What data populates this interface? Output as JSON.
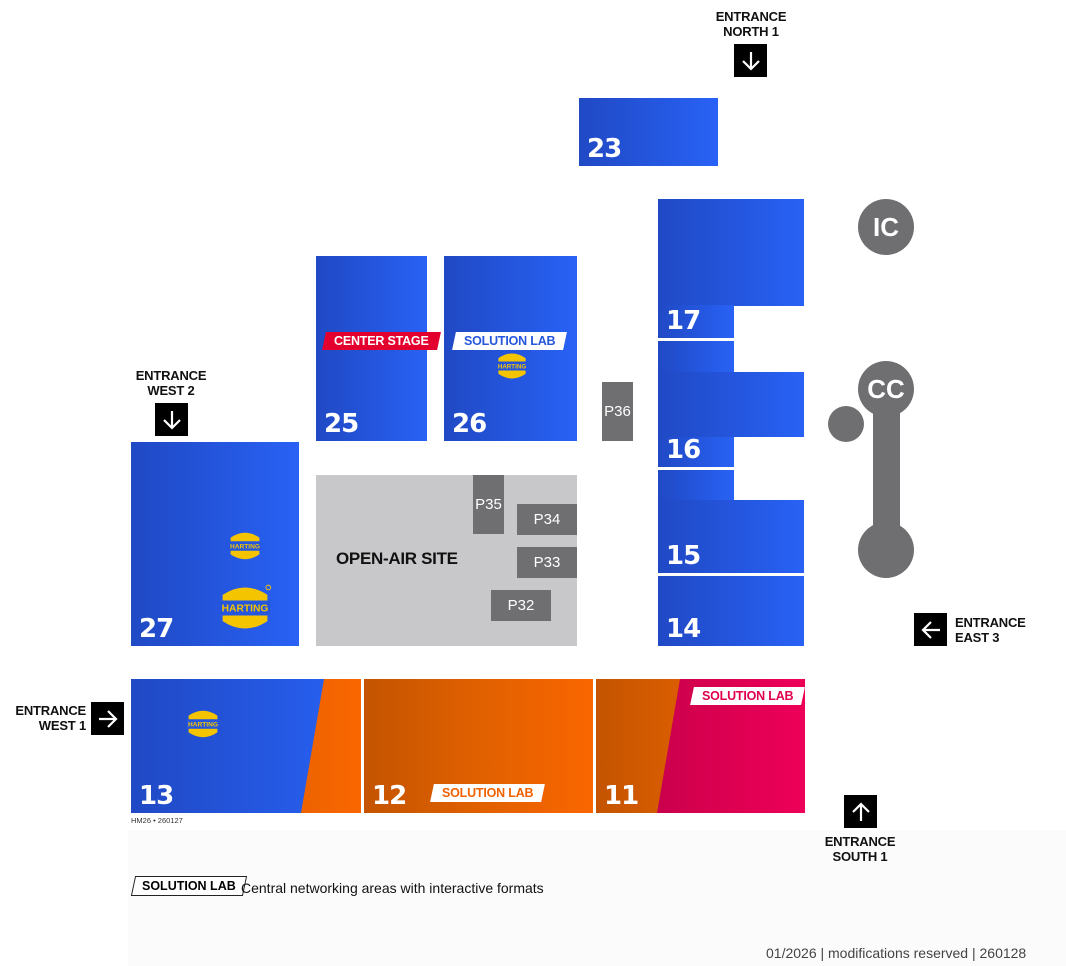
{
  "halls": [
    {
      "id": "23",
      "label": "23"
    },
    {
      "id": "25",
      "label": "25"
    },
    {
      "id": "26",
      "label": "26"
    },
    {
      "id": "27",
      "label": "27"
    },
    {
      "id": "17",
      "label": "17"
    },
    {
      "id": "16",
      "label": "16"
    },
    {
      "id": "15",
      "label": "15"
    },
    {
      "id": "14",
      "label": "14"
    },
    {
      "id": "13",
      "label": "13"
    },
    {
      "id": "12",
      "label": "12"
    },
    {
      "id": "11",
      "label": "11"
    }
  ],
  "badges": {
    "center_stage": "CENTER STAGE",
    "solution_lab_26": "SOLUTION LAB",
    "solution_lab_12": "SOLUTION LAB",
    "solution_lab_11": "SOLUTION LAB"
  },
  "brand": {
    "logo_text": "HARTING",
    "colors": {
      "hall_blue": "#2455dc",
      "orange": "#f06200",
      "magenta": "#e0004f",
      "grey": "#6f6f71",
      "open_air": "#c8c8ca",
      "logo_yellow": "#f5c400",
      "center_stage_red": "#e3002f"
    }
  },
  "open_air": {
    "label": "OPEN-AIR SITE",
    "pavilions": [
      "P35",
      "P34",
      "P33",
      "P32"
    ]
  },
  "pavilion_p36": "P36",
  "venues": {
    "ic": "IC",
    "cc": "CC"
  },
  "entrances": {
    "north1": {
      "line1": "ENTRANCE",
      "line2": "NORTH 1",
      "arrow": "arrow-down"
    },
    "west2": {
      "line1": "ENTRANCE",
      "line2": "WEST 2",
      "arrow": "arrow-down"
    },
    "west1": {
      "line1": "ENTRANCE",
      "line2": "WEST 1",
      "arrow": "arrow-right"
    },
    "east3": {
      "line1": "ENTRANCE",
      "line2": "EAST 3",
      "arrow": "arrow-left"
    },
    "south1": {
      "line1": "ENTRANCE",
      "line2": "SOUTH 1",
      "arrow": "arrow-up"
    }
  },
  "map_code": "HM26 • 260127",
  "legend": {
    "badge": "SOLUTION LAB",
    "description": "Central networking areas with interactive formats"
  },
  "footer": "01/2026 | modifications reserved | 260128"
}
